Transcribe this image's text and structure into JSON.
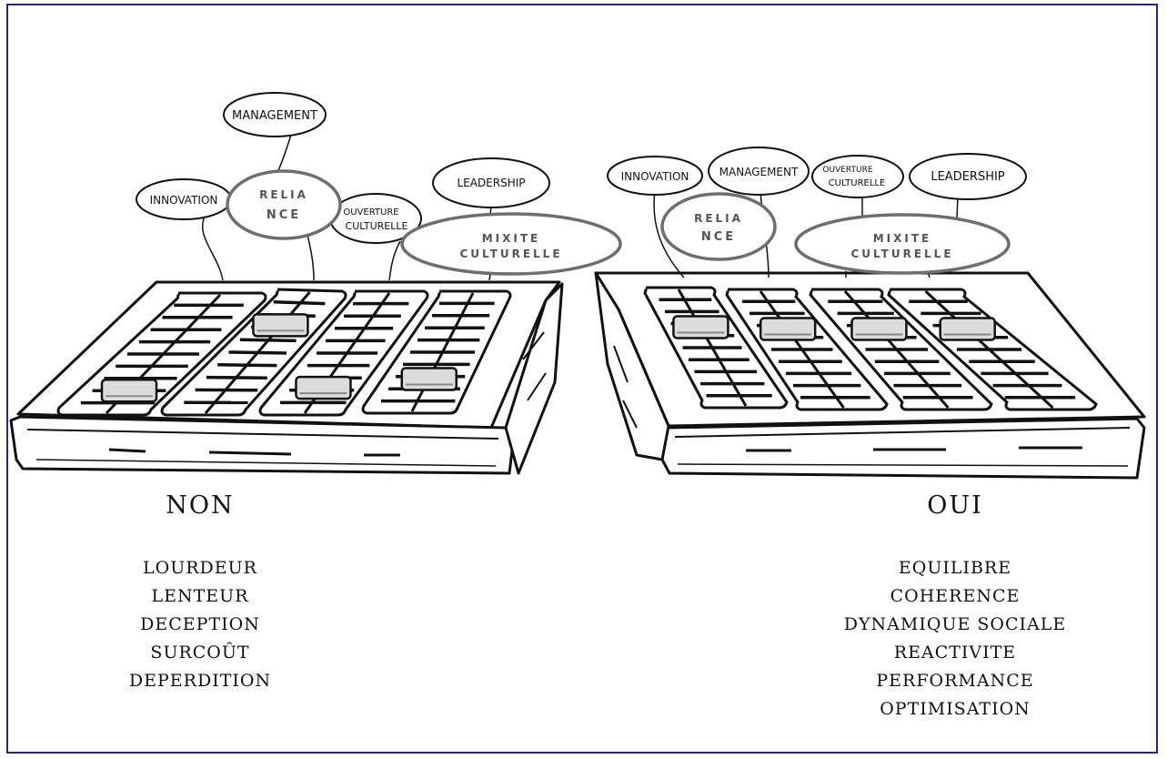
{
  "left_panel": {
    "bubbles": {
      "management": "MANAGEMENT",
      "innovation": "INNOVATION",
      "reliance_line1": "RELIA",
      "reliance_line2": "NCE",
      "ouverture_line1": "OUVERTURE",
      "ouverture_line2": "CULTURELLE",
      "leadership": "LEADERSHIP",
      "mixite_line1": "MIXITE",
      "mixite_line2": "CULTURELLE"
    },
    "verdict": "NON",
    "items": [
      "LOURDEUR",
      "LENTEUR",
      "DECEPTION",
      "SURCOÛT",
      "DEPERDITION"
    ]
  },
  "right_panel": {
    "bubbles": {
      "innovation": "INNOVATION",
      "management": "MANAGEMENT",
      "ouverture_line1": "OUVERTURE",
      "ouverture_line2": "CULTURELLE",
      "leadership": "LEADERSHIP",
      "reliance_line1": "RELIA",
      "reliance_line2": "NCE",
      "mixite_line1": "MIXITE",
      "mixite_line2": "CULTURELLE"
    },
    "verdict": "OUI",
    "items": [
      "EQUILIBRE",
      "COHERENCE",
      "DYNAMIQUE SOCIALE",
      "REACTIVITE",
      "PERFORMANCE",
      "OPTIMISATION"
    ]
  },
  "colors": {
    "ink": "#111111",
    "frame": "#2b2b6b",
    "bubble_outline_grey": "#6e6e6e",
    "knob": "#dcdcdc"
  }
}
